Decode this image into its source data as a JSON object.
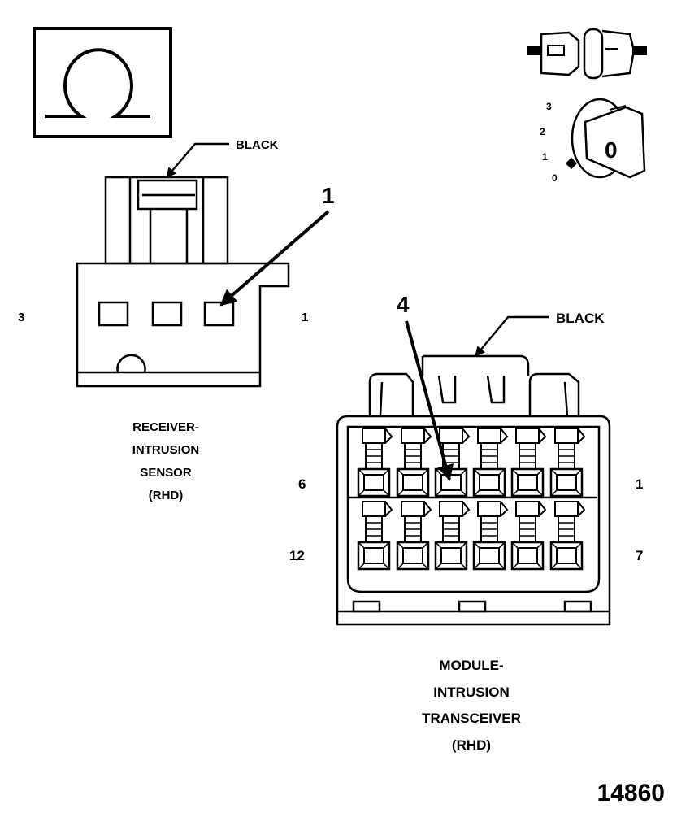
{
  "symbol": {
    "icon": "ohm-icon"
  },
  "switch_icons": {
    "connector_icon": "connector-icon",
    "ignition_icon": "ignition-key-icon"
  },
  "ignition_positions": [
    "3",
    "2",
    "1",
    "0"
  ],
  "ignition_key_text": "0",
  "receiver_sensor": {
    "color_label": "BLACK",
    "callout_number": "1",
    "pin_left": "3",
    "pin_right": "1",
    "title_lines": [
      "RECEIVER-",
      "INTRUSION",
      "SENSOR",
      "(RHD)"
    ]
  },
  "transceiver_module": {
    "color_label": "BLACK",
    "callout_number": "4",
    "pin_top_left": "6",
    "pin_top_right": "1",
    "pin_bottom_left": "12",
    "pin_bottom_right": "7",
    "title_lines": [
      "MODULE-",
      "INTRUSION",
      "TRANSCEIVER",
      "(RHD)"
    ]
  },
  "figure_number": "14860"
}
